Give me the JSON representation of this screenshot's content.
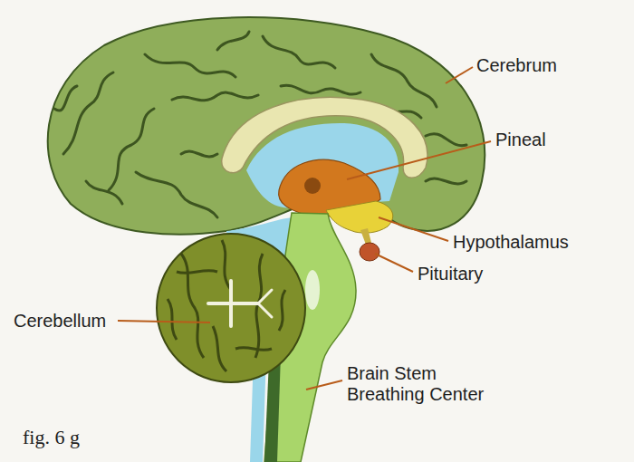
{
  "diagram": {
    "caption": "fig. 6 g",
    "labels": [
      "Cerebrum",
      "Pineal",
      "Hypothalamus",
      "Pituitary",
      "Cerebellum",
      "Brain Stem Breathing Center"
    ]
  }
}
